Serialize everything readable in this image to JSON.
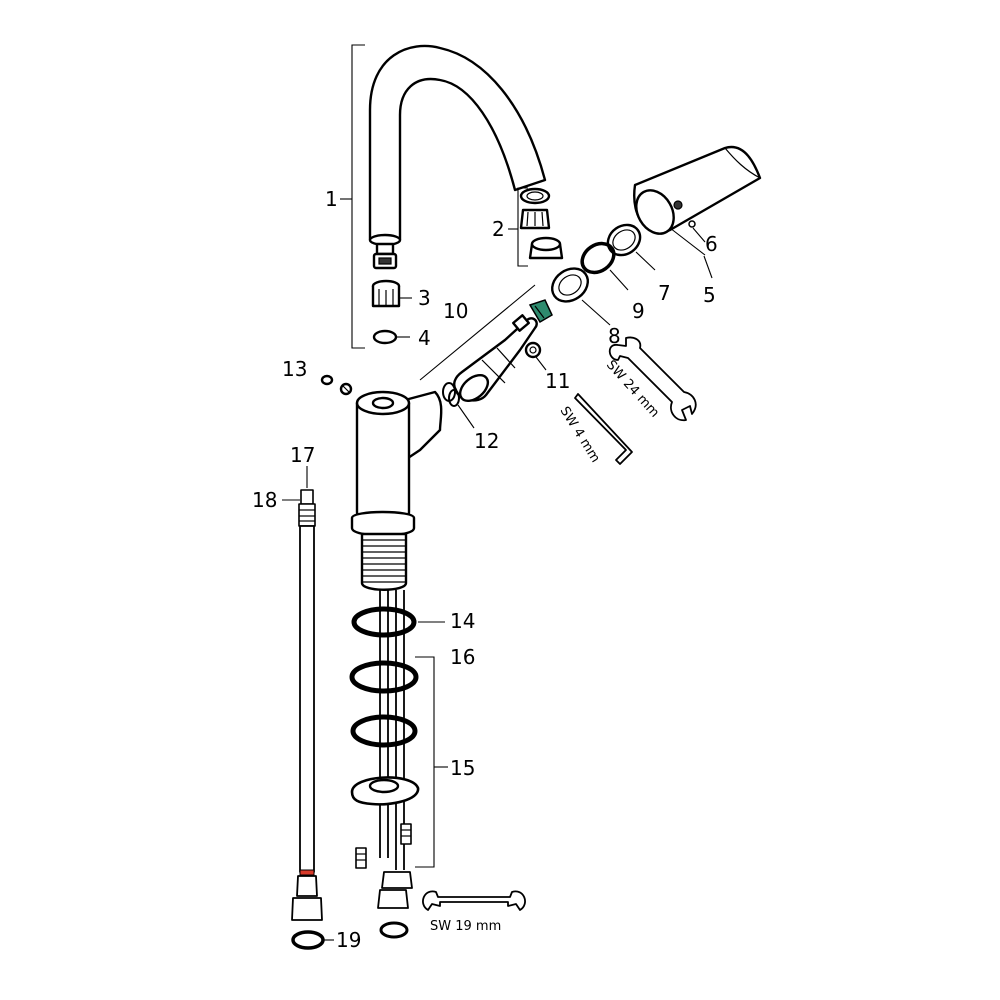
{
  "labels": {
    "p1": "1",
    "p2": "2",
    "p3": "3",
    "p4": "4",
    "p5": "5",
    "p6": "6",
    "p7": "7",
    "p8": "8",
    "p9": "9",
    "p10": "10",
    "p11": "11",
    "p12": "12",
    "p13": "13",
    "p14": "14",
    "p15": "15",
    "p16": "16",
    "p17": "17",
    "p18": "18",
    "p19": "19"
  },
  "tools": {
    "wrench24": "SW 24 mm",
    "hexkey4": "SW 4 mm",
    "wrench19": "SW 19 mm"
  },
  "colors": {
    "cartridge_accent": "#2e8b6e",
    "hose_marker": "#d83a2a",
    "line": "#000000"
  }
}
